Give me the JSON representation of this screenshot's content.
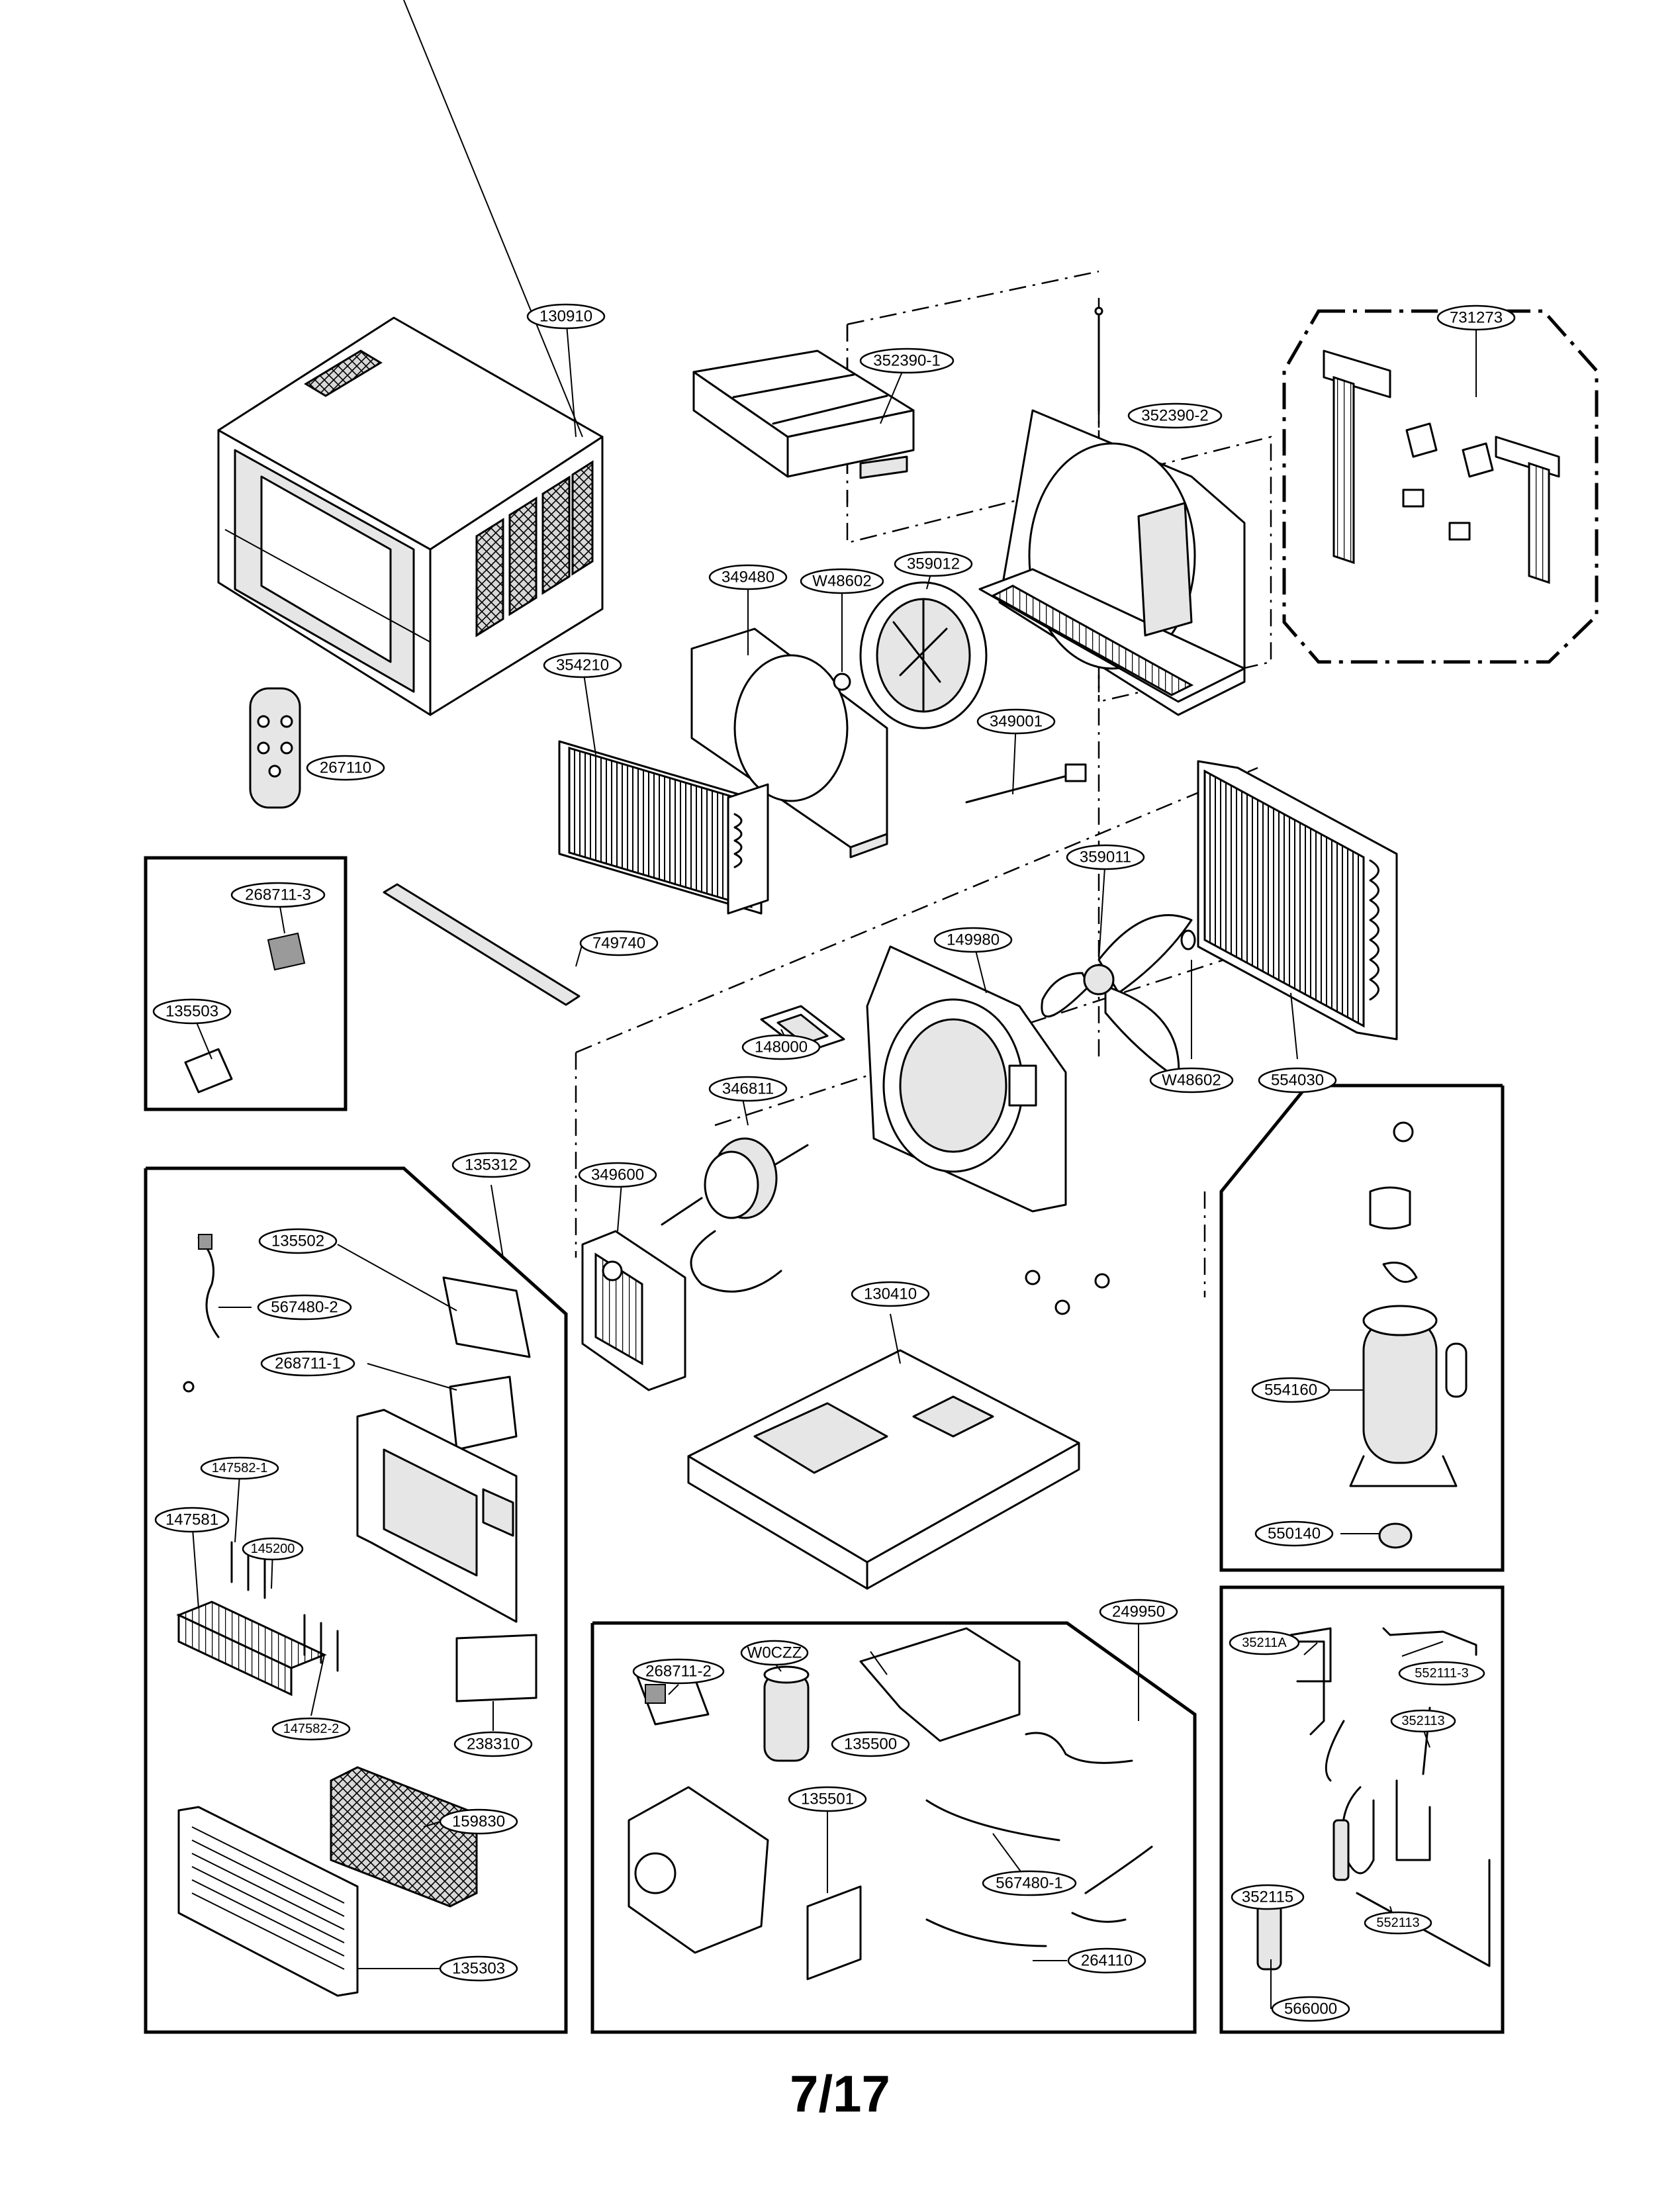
{
  "page_number": "7/17",
  "parts": [
    {
      "id": "130910"
    },
    {
      "id": "352390-1"
    },
    {
      "id": "352390-2"
    },
    {
      "id": "731273"
    },
    {
      "id": "359012"
    },
    {
      "id": "349480"
    },
    {
      "id": "W48602"
    },
    {
      "id": "354210"
    },
    {
      "id": "267110"
    },
    {
      "id": "349001"
    },
    {
      "id": "268711-3"
    },
    {
      "id": "749740"
    },
    {
      "id": "135503"
    },
    {
      "id": "359011"
    },
    {
      "id": "149980"
    },
    {
      "id": "148000"
    },
    {
      "id": "W48602"
    },
    {
      "id": "554030"
    },
    {
      "id": "346811"
    },
    {
      "id": "135312"
    },
    {
      "id": "349600"
    },
    {
      "id": "135502"
    },
    {
      "id": "567480-2"
    },
    {
      "id": "268711-1"
    },
    {
      "id": "130410"
    },
    {
      "id": "554160"
    },
    {
      "id": "147582-1"
    },
    {
      "id": "147581"
    },
    {
      "id": "145200"
    },
    {
      "id": "550140"
    },
    {
      "id": "249950"
    },
    {
      "id": "35211A"
    },
    {
      "id": "552111-3"
    },
    {
      "id": "W0CZZ"
    },
    {
      "id": "268711-2"
    },
    {
      "id": "352113"
    },
    {
      "id": "135500"
    },
    {
      "id": "147582-2"
    },
    {
      "id": "238310"
    },
    {
      "id": "135501"
    },
    {
      "id": "159830"
    },
    {
      "id": "567480-1"
    },
    {
      "id": "352115"
    },
    {
      "id": "552113"
    },
    {
      "id": "264110"
    },
    {
      "id": "135303"
    },
    {
      "id": "566000"
    }
  ]
}
